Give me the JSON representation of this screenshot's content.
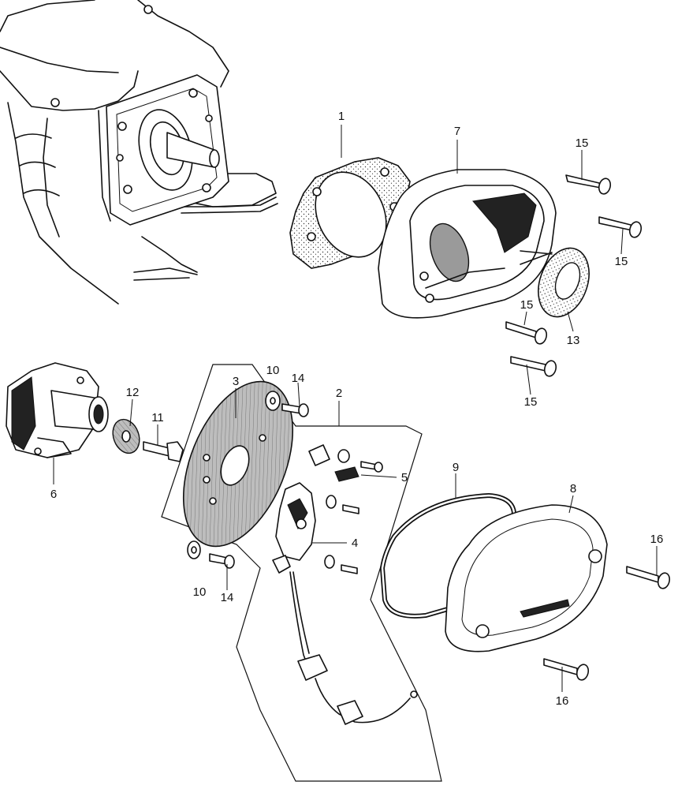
{
  "callouts": [
    {
      "id": "c1",
      "text": "1"
    },
    {
      "id": "c7",
      "text": "7"
    },
    {
      "id": "c15a",
      "text": "15"
    },
    {
      "id": "c15b",
      "text": "15"
    },
    {
      "id": "c15c",
      "text": "15"
    },
    {
      "id": "c13",
      "text": "13"
    },
    {
      "id": "c15d",
      "text": "15"
    },
    {
      "id": "c3",
      "text": "3"
    },
    {
      "id": "c10a",
      "text": "10"
    },
    {
      "id": "c14a",
      "text": "14"
    },
    {
      "id": "c2",
      "text": "2"
    },
    {
      "id": "c12",
      "text": "12"
    },
    {
      "id": "c11",
      "text": "11"
    },
    {
      "id": "c6",
      "text": "6"
    },
    {
      "id": "c5",
      "text": "5"
    },
    {
      "id": "c4",
      "text": "4"
    },
    {
      "id": "c9",
      "text": "9"
    },
    {
      "id": "c8",
      "text": "8"
    },
    {
      "id": "c16a",
      "text": "16"
    },
    {
      "id": "c10b",
      "text": "10"
    },
    {
      "id": "c14b",
      "text": "14"
    },
    {
      "id": "c16b",
      "text": "16"
    }
  ]
}
